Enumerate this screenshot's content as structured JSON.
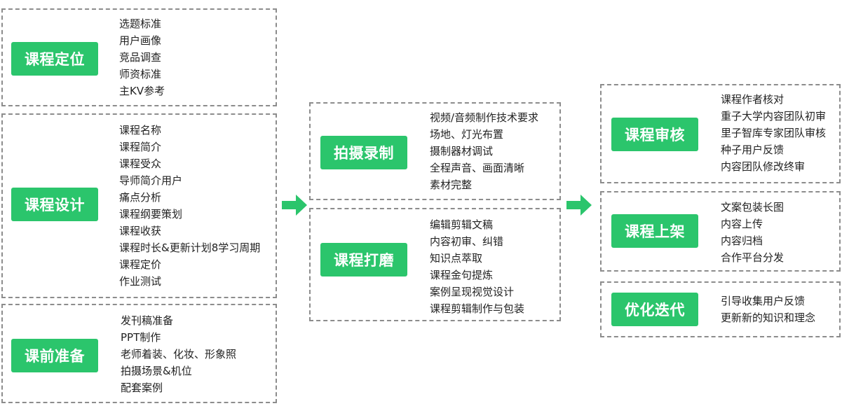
{
  "colors": {
    "accent": "#2bc56c",
    "border": "#8c8c8c",
    "text": "#222222"
  },
  "stage1": [
    {
      "title": "课程定位",
      "items": [
        "选题标准",
        "用户画像",
        "竞品调查",
        "师资标准",
        "主KV参考"
      ]
    },
    {
      "title": "课程设计",
      "items": [
        "课程名称",
        "课程简介",
        "课程受众",
        "导师简介用户",
        "痛点分析",
        "课程纲要策划",
        "课程收获",
        "课程时长&更新计划8学习周期",
        "课程定价",
        "作业测试"
      ]
    },
    {
      "title": "课前准备",
      "items": [
        "发刊稿准备",
        "PPT制作",
        "老师着装、化妆、形象照",
        "拍摄场景&机位",
        "配套案例"
      ]
    }
  ],
  "stage2": [
    {
      "title": "拍摄录制",
      "items": [
        "视频/音频制作技术要求",
        "场地、灯光布置",
        "摄制器材调试",
        "全程声音、画面清晰",
        "素材完整"
      ]
    },
    {
      "title": "课程打磨",
      "items": [
        "编辑剪辑文稿",
        "内容初审、纠错",
        "知识点萃取",
        "课程金句提炼",
        "案例呈现视觉设计",
        "课程剪辑制作与包装"
      ]
    }
  ],
  "stage3": [
    {
      "title": "课程审核",
      "items": [
        "课程作者核对",
        "重子大学内容团队初审",
        "里子智库专家团队审核",
        "种子用户反馈",
        "内容团队修改终审"
      ]
    },
    {
      "title": "课程上架",
      "items": [
        "文案包装长图",
        "内容上传",
        "内容归档",
        "合作平台分发"
      ]
    },
    {
      "title": "优化迭代",
      "items": [
        "引导收集用户反馈",
        "更新新的知识和理念"
      ]
    }
  ]
}
